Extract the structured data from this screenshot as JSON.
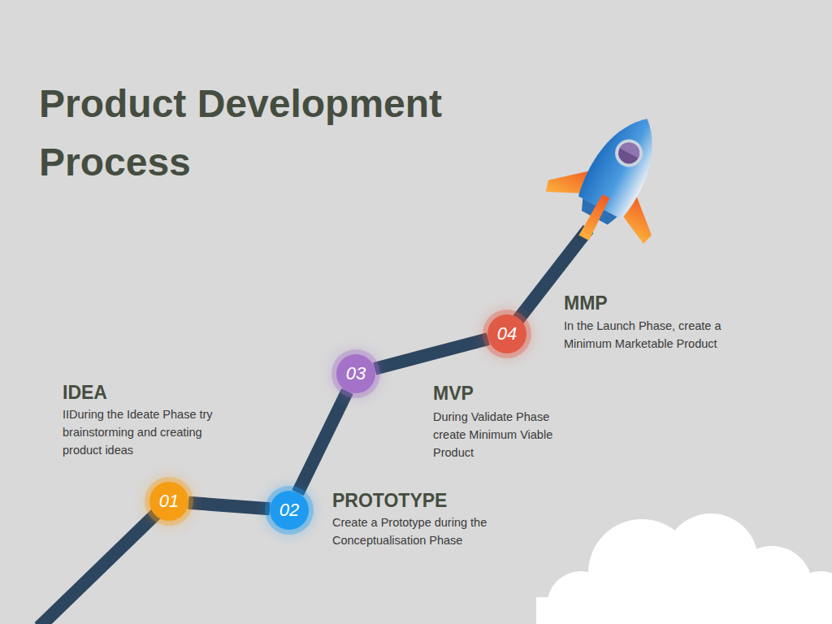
{
  "diagram": {
    "title": "Product Development Process",
    "nodes": [
      {
        "text": [
          "01"
        ]
      },
      {
        "text": [
          "02"
        ]
      },
      {
        "text": [
          "03"
        ]
      },
      {
        "text": [
          "04"
        ]
      }
    ],
    "edges": [
      {
        "from": 0,
        "to": 1,
        "arrow": "none"
      },
      {
        "from": 1,
        "to": 2,
        "arrow": "none"
      },
      {
        "from": 2,
        "to": 3,
        "arrow": "none"
      }
    ],
    "labels": [
      "IDEA",
      "IIDuring the Ideate Phase try brainstorming and creating product ideas",
      "PROTOTYPE",
      "Create a Prototype during the Conceptualisation Phase",
      "MVP",
      "During Validate Phase create Minimum Viable Product",
      "MMP",
      "In the Launch Phase, create a Minimum Marketable Product"
    ]
  }
}
